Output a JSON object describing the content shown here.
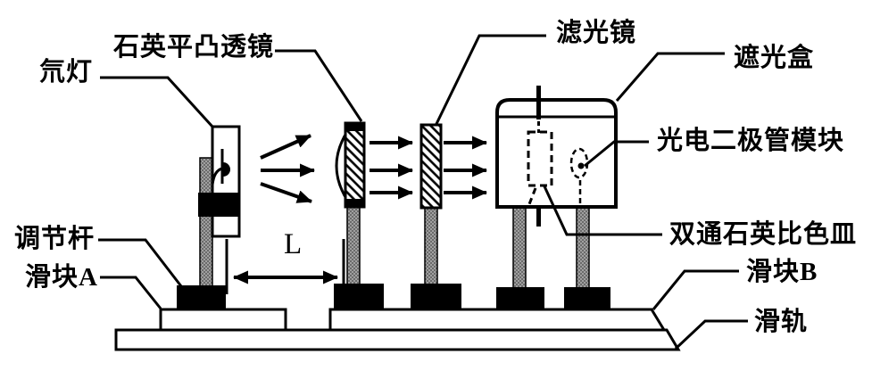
{
  "figure": {
    "labels": {
      "lamp": "氘灯",
      "lens": "石英平凸透镜",
      "filter": "滤光镜",
      "shield_box": "遮光盒",
      "photodiode": "光电二极管模块",
      "cuvette": "双通石英比色皿",
      "slider_b": "滑块B",
      "rail": "滑轨",
      "adjust_rod": "调节杆",
      "slider_a": "滑块A",
      "distance": "L"
    },
    "colors": {
      "ink": "#000000",
      "background": "#ffffff",
      "post_gray": "#8f8f8f"
    }
  }
}
